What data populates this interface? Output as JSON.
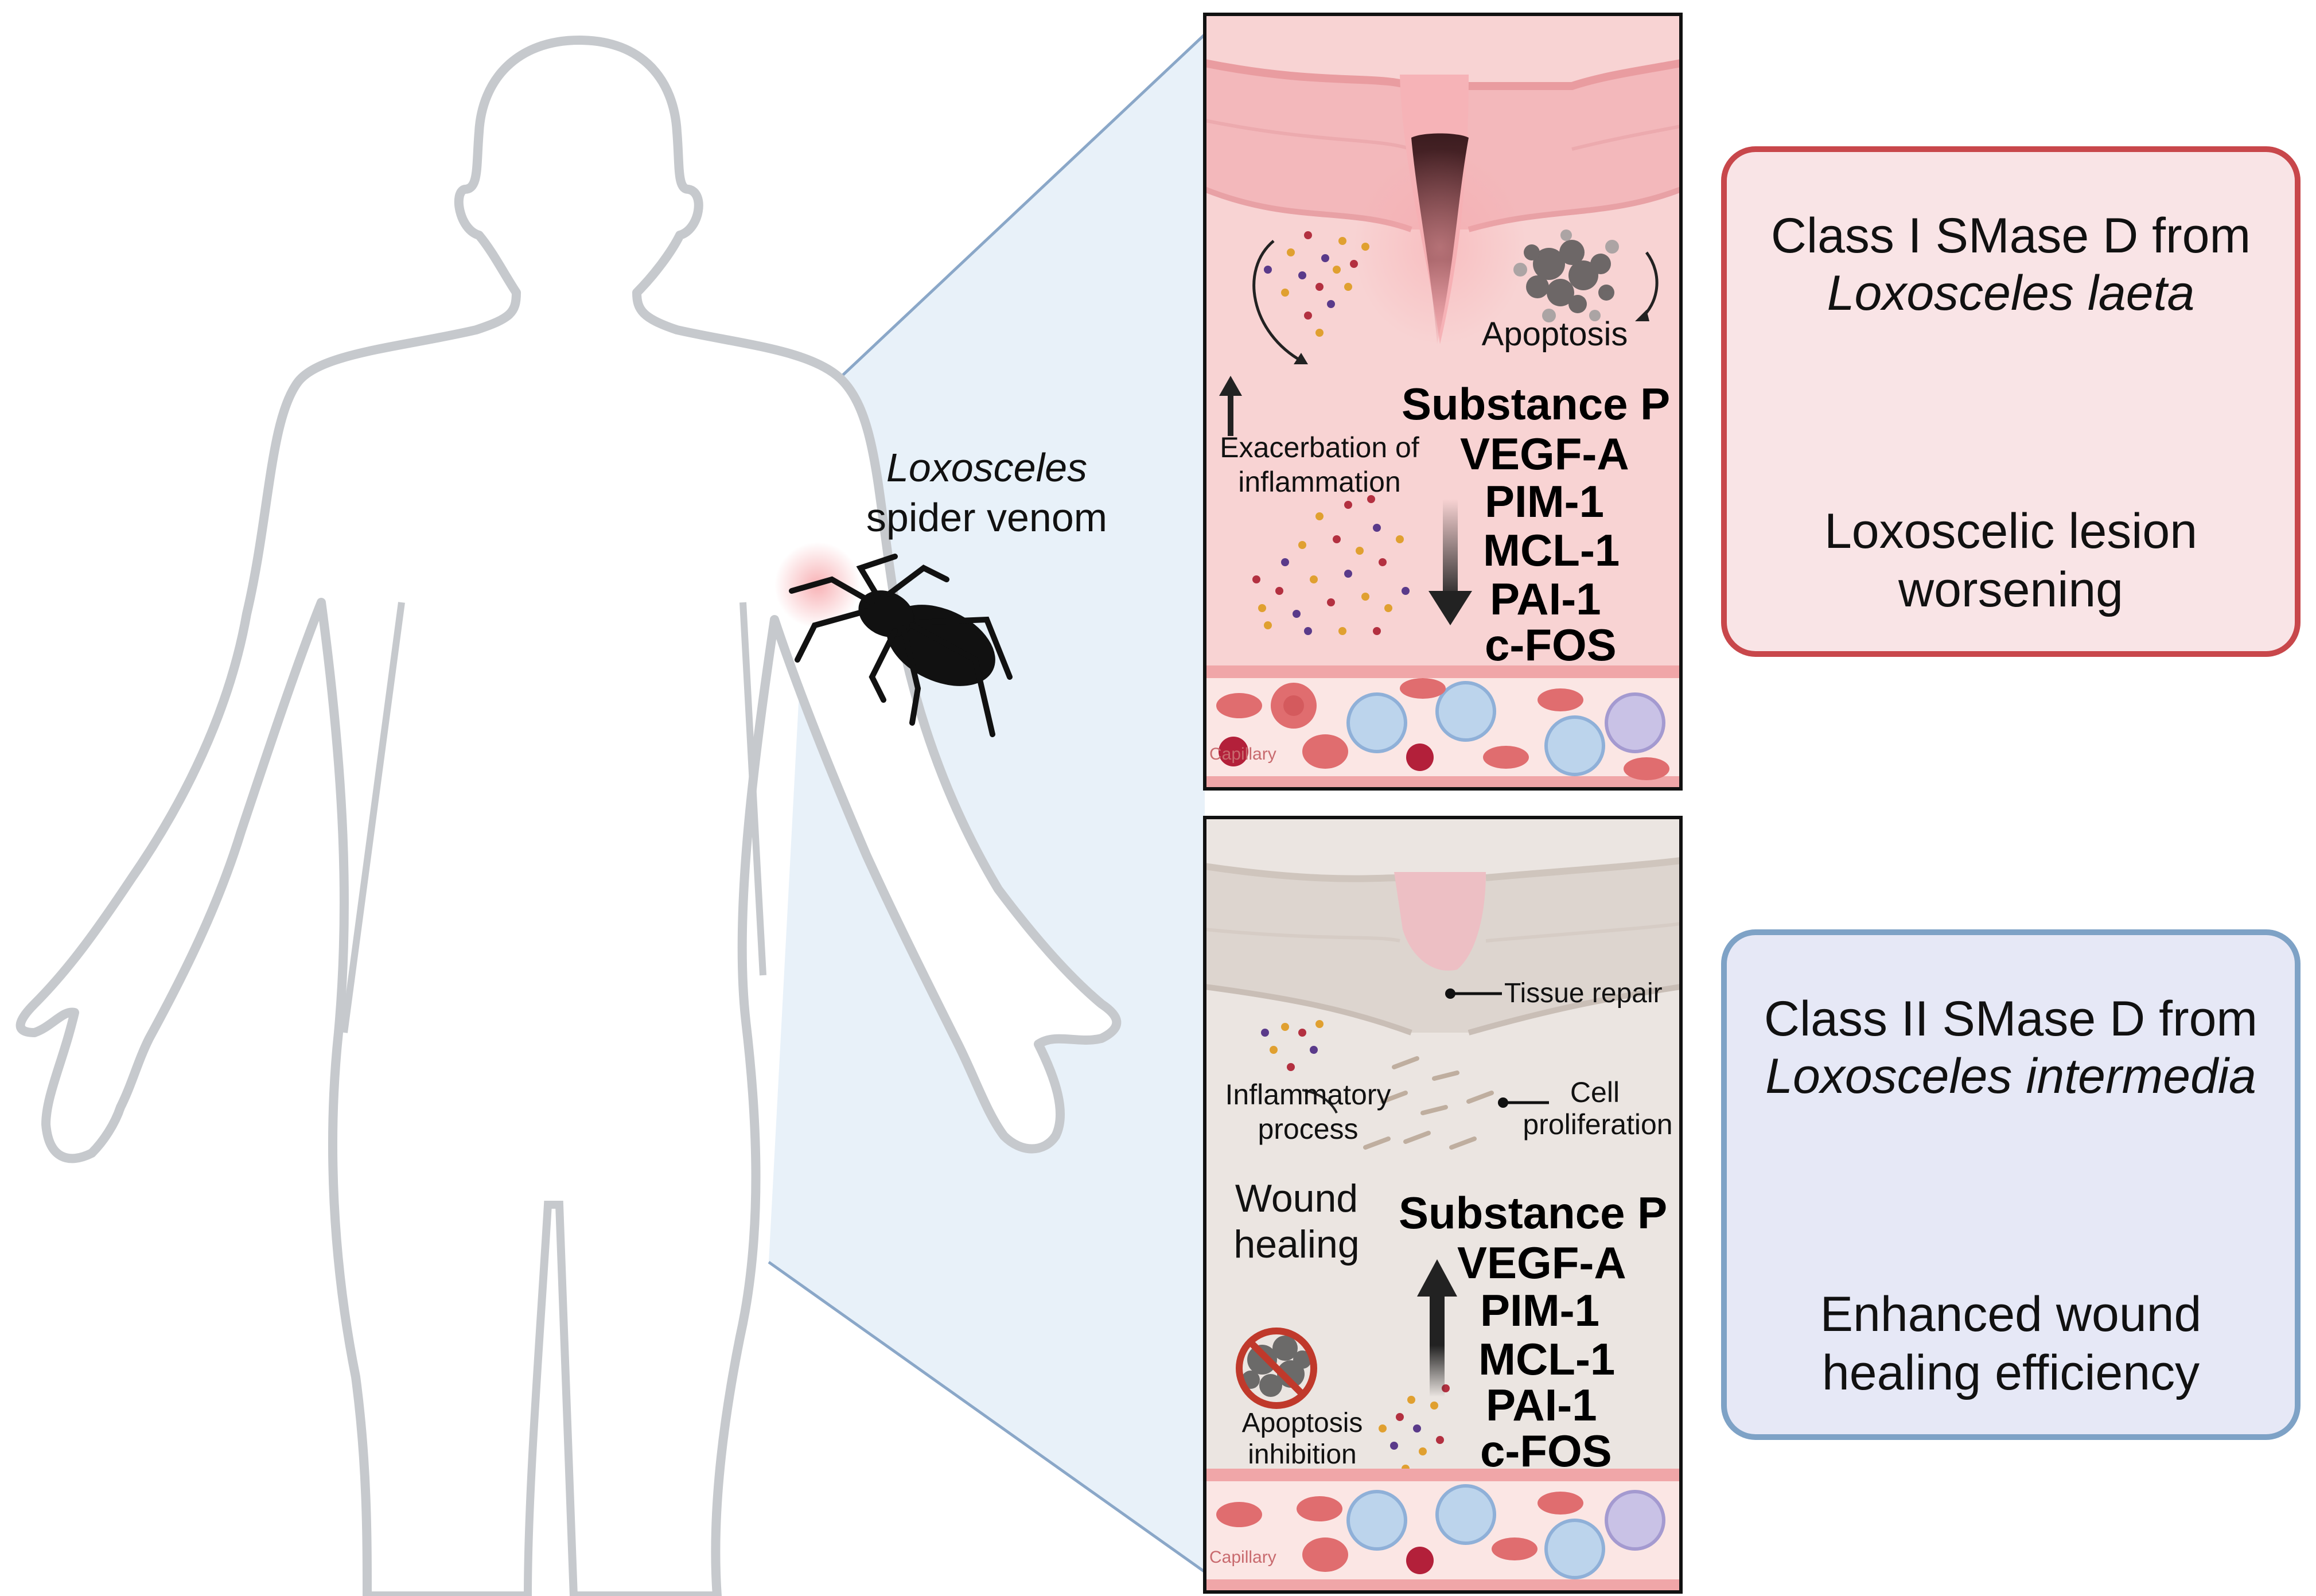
{
  "venom_label": {
    "line1": "Loxosceles",
    "line2": "spider venom"
  },
  "top_panel": {
    "apoptosis": "Apoptosis",
    "exacerbation": {
      "line1": "Exacerbation of",
      "line2": "inflammation"
    },
    "genes": [
      "Substance P",
      "VEGF-A",
      "PIM-1",
      "MCL-1",
      "PAI-1",
      "c-FOS"
    ],
    "capillary": "Capillary"
  },
  "bottom_panel": {
    "tissue_repair": "Tissue repair",
    "inflammatory": {
      "line1": "Inflammatory",
      "line2": "process"
    },
    "cell_prolif": {
      "line1": "Cell",
      "line2": "proliferation"
    },
    "wound": {
      "line1": "Wound",
      "line2": "healing"
    },
    "apoptosis_inhibition": {
      "line1": "Apoptosis",
      "line2": "inhibition"
    },
    "genes": [
      "Substance P",
      "VEGF-A",
      "PIM-1",
      "MCL-1",
      "PAI-1",
      "c-FOS"
    ],
    "capillary": "Capillary"
  },
  "class1_box": {
    "line1": "Class I SMase D from",
    "line2": "Loxosceles laeta",
    "line3": "Loxoscelic lesion",
    "line4": "worsening",
    "border_color": "#c8474b",
    "fill_color": "#f9e4e6"
  },
  "class2_box": {
    "line1": "Class II SMase D from",
    "line2": "Loxosceles intermedia",
    "line3": "Enhanced wound",
    "line4": "healing efficiency",
    "border_color": "#7ea2c6",
    "fill_color": "#e6e8f6"
  }
}
